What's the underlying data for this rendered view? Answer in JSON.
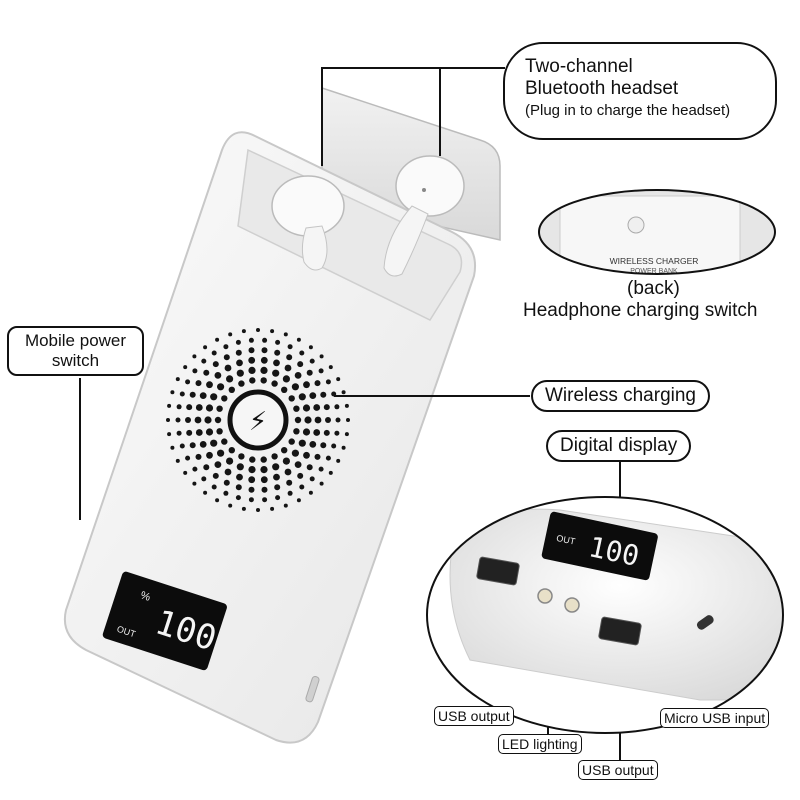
{
  "callouts": {
    "headset": {
      "line1": "Two-channel",
      "line2": "Bluetooth headset",
      "line3": "(Plug in to charge the headset)"
    },
    "back": {
      "caption": "(back)",
      "switch": "Headphone charging switch",
      "sticker_line1": "WIRELESS CHARGER",
      "sticker_line2": "POWER BANK"
    },
    "mobile_power": {
      "line1": "Mobile power",
      "line2": "switch"
    },
    "wireless": "Wireless charging",
    "display": "Digital display",
    "usb_output_left": "USB output",
    "led": "LED lighting",
    "usb_output_right": "USB output",
    "micro_usb": "Micro USB input"
  },
  "device": {
    "display_value": "100",
    "display_unit": "%",
    "display_out": "OUT",
    "wireless_symbol": "⚡"
  },
  "colors": {
    "device_body": "#f3f3f3",
    "outline": "#111111",
    "screen": "#0c0c0c",
    "dots": "#151515"
  }
}
